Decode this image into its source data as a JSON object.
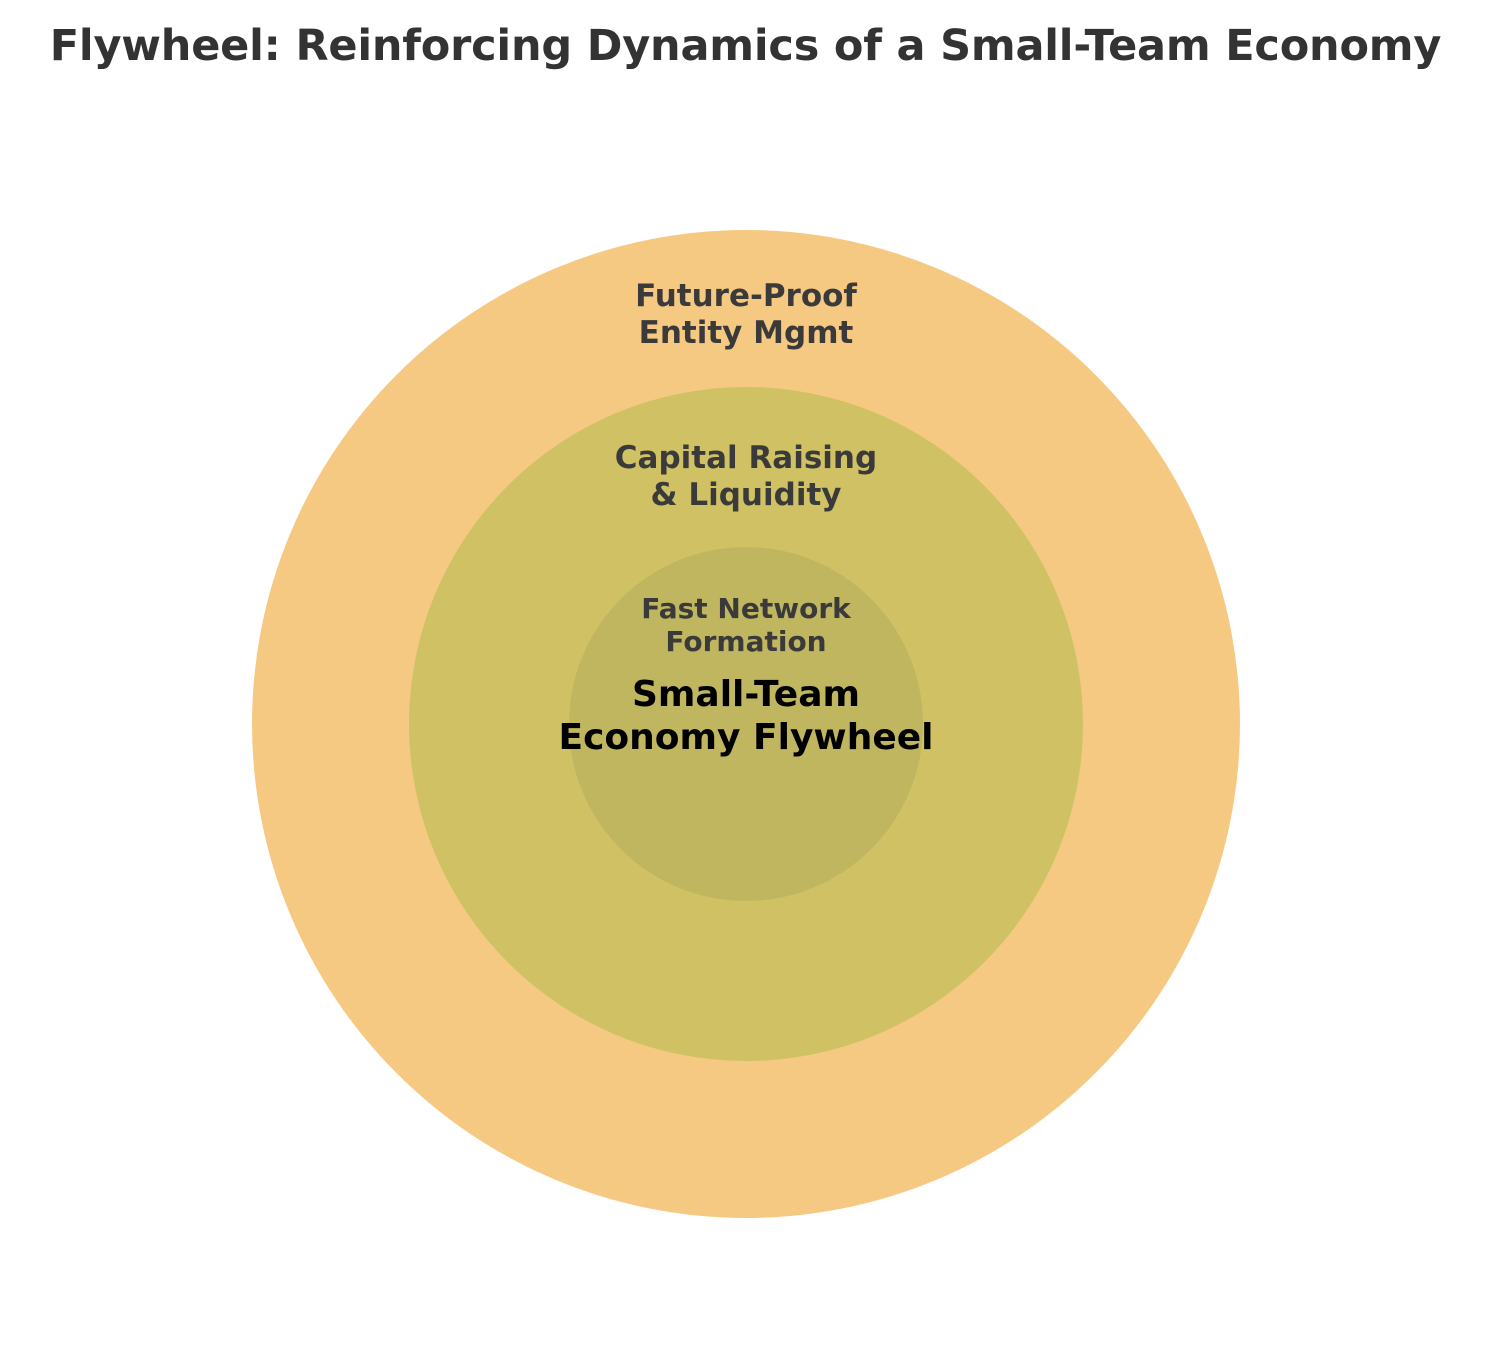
{
  "title": "Flywheel: Reinforcing Dynamics of a Small-Team Economy",
  "center_label": "Small-Team\nEconomy Flywheel",
  "chart_data": {
    "type": "pie",
    "title": "Flywheel: Reinforcing Dynamics of a Small-Team Economy",
    "subtitle": "",
    "xlabel": "",
    "ylabel": "",
    "grid": false,
    "legend_position": "none",
    "layout": "concentric-circles",
    "center": [
      746,
      724
    ],
    "center_label": "Small-Team\nEconomy Flywheel",
    "rings": [
      {
        "label": "Future-Proof\nEntity Mgmt",
        "level": 3,
        "radius": 494,
        "color": "#f5c172",
        "label_color": "#3a3a3a"
      },
      {
        "label": "Capital Raising\n& Liquidity",
        "level": 2,
        "radius": 337,
        "color": "#c9c05f",
        "label_color": "#3a3a3a"
      },
      {
        "label": "Fast Network\nFormation",
        "level": 1,
        "radius": 177,
        "color": "#b1ab5a",
        "label_color": "#3a3a3a"
      }
    ],
    "background": "#ffffff",
    "title_color": "#333333"
  }
}
